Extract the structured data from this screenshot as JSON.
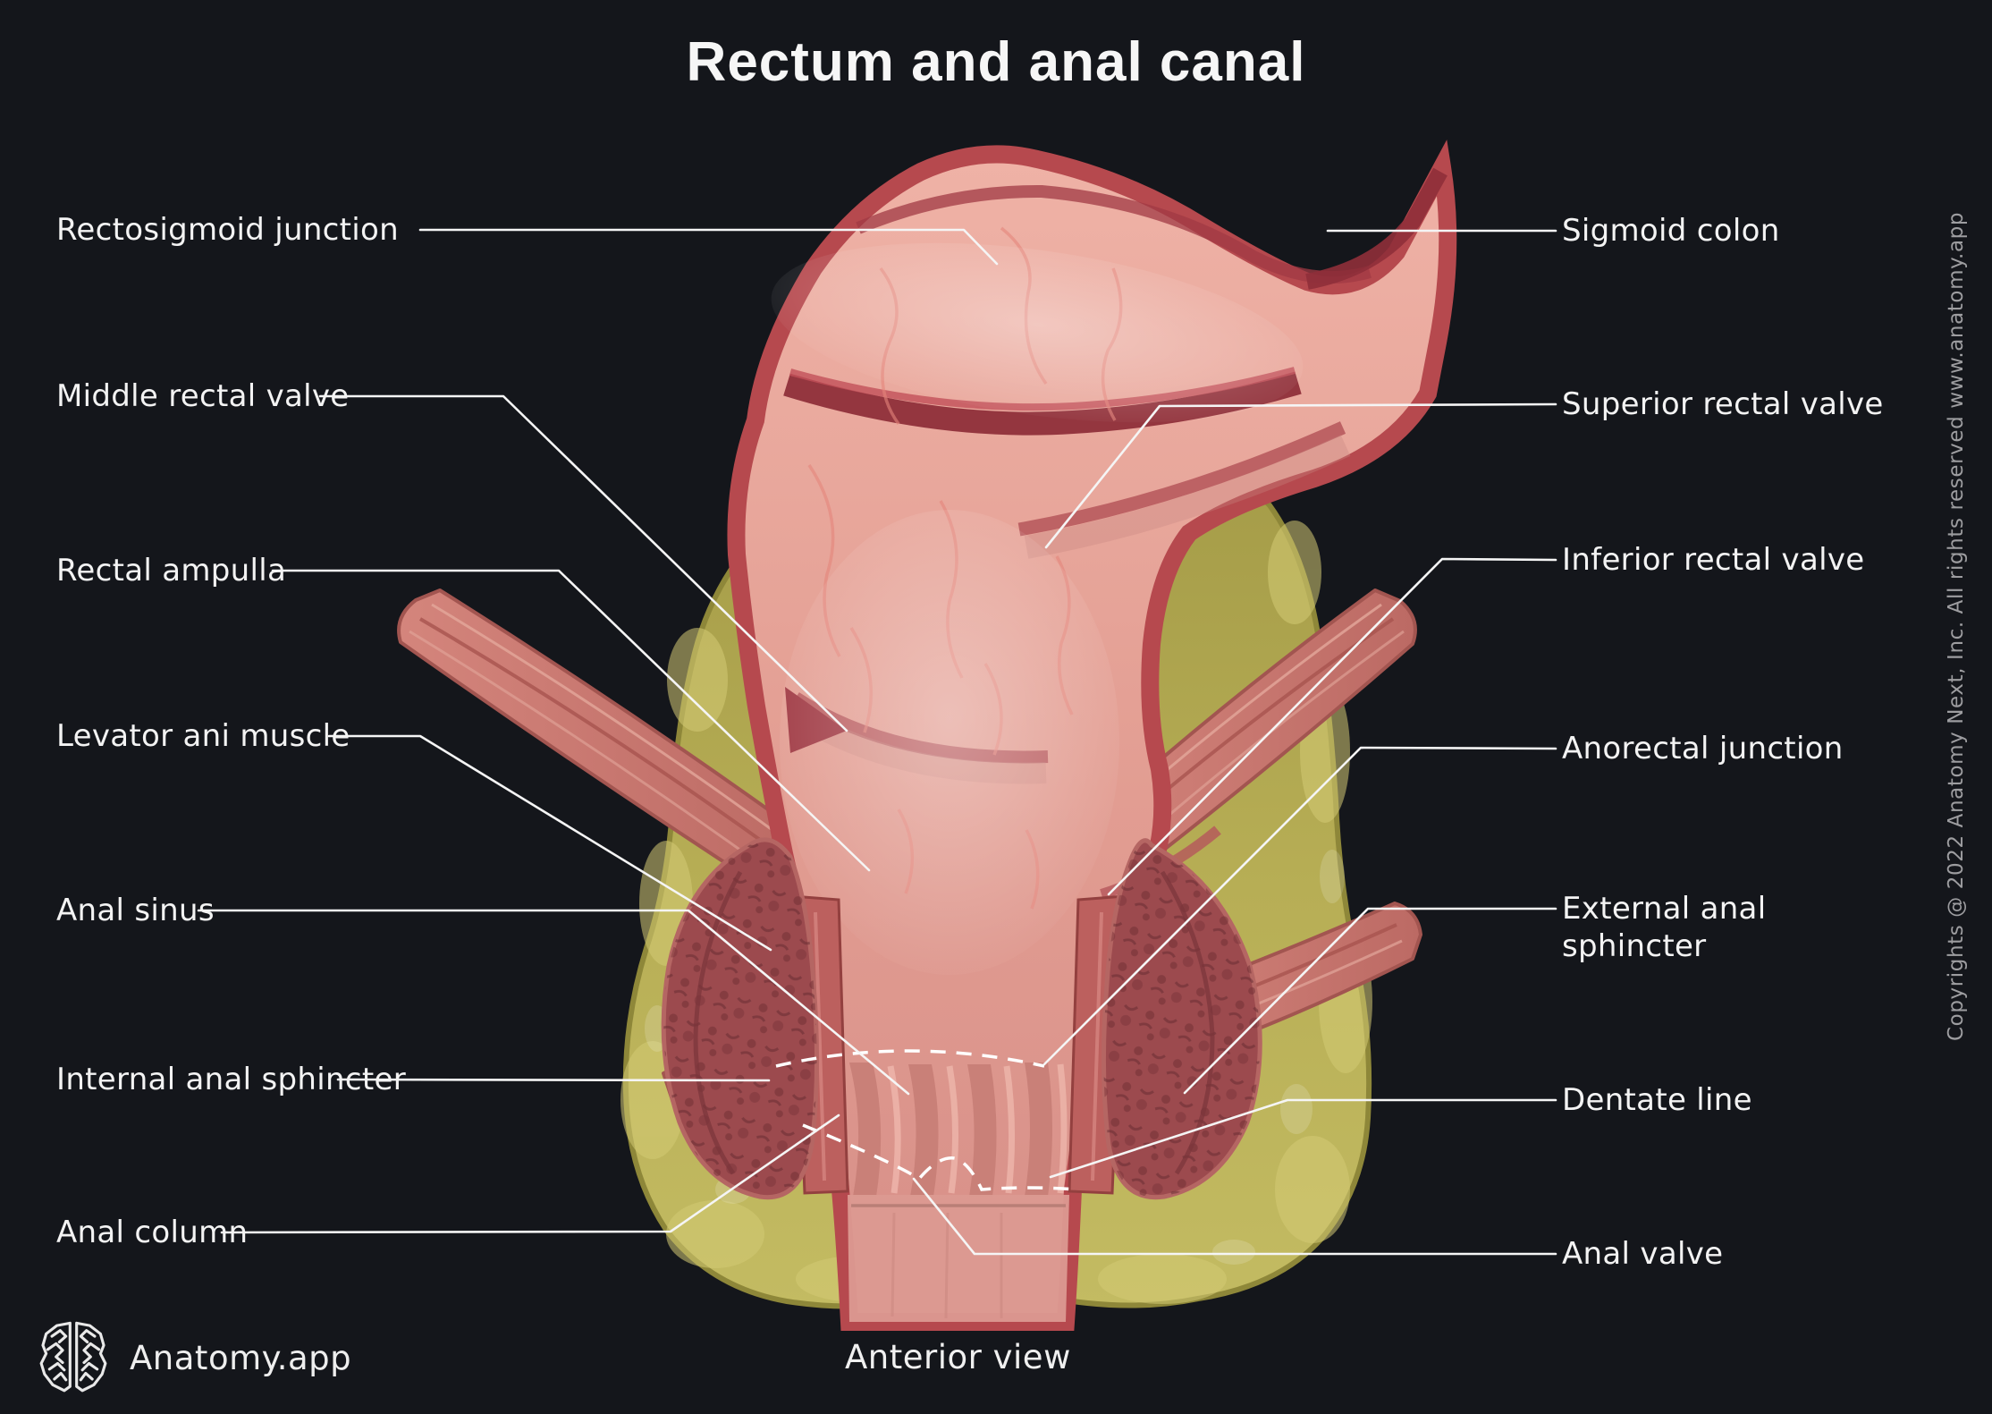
{
  "title": "Rectum and anal canal",
  "view_caption": "Anterior view",
  "branding": {
    "name": "Anatomy.app"
  },
  "copyright": "Copyrights @ 2022 Anatomy Next, Inc. All rights reserved www.anatomy.app",
  "labels": {
    "left": [
      {
        "text": "Rectosigmoid junction"
      },
      {
        "text": "Middle rectal valve"
      },
      {
        "text": "Rectal ampulla"
      },
      {
        "text": "Levator ani muscle"
      },
      {
        "text": "Anal sinus"
      },
      {
        "text": "Internal anal sphincter"
      },
      {
        "text": "Anal column"
      }
    ],
    "right": [
      {
        "text": "Sigmoid colon"
      },
      {
        "text": "Superior rectal valve"
      },
      {
        "text": "Inferior rectal valve"
      },
      {
        "text": "Anorectal junction"
      },
      {
        "text": "External anal sphincter"
      },
      {
        "text": "Dentate line"
      },
      {
        "text": "Anal valve"
      }
    ]
  },
  "colors": {
    "background": "#14161b",
    "label_text": "#f3f3f3",
    "leader_line": "#f5f5f5",
    "copyright_text": "#9d9da0",
    "mucosa_pink": "#e29d92",
    "wall_red": "#b6494e",
    "cut_edge_crimson": "#8f2f3a",
    "fat_yellow": "#b7ae55",
    "muscle_band": "#c97b72",
    "sphincter_red": "#9c4a4e"
  }
}
